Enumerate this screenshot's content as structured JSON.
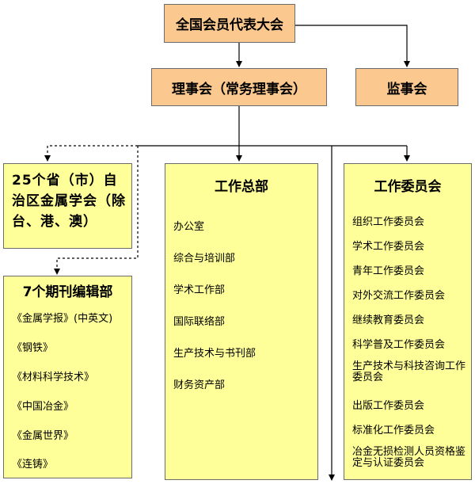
{
  "congress": "全国会员代表大会",
  "council": "理事会（常务理事会）",
  "supervisory": "监事会",
  "provincial": "25个省（市）自治区金属学会（除台、港、澳）",
  "journals": {
    "title": "7个期刊编辑部",
    "items": [
      "《金属学报》(中英文)",
      "《钢铁》",
      "《材料科学技术》",
      "《中国冶金》",
      "《金属世界》",
      "《连铸》"
    ]
  },
  "headquarters": {
    "title": "工作总部",
    "items": [
      "办公室",
      "综合与培训部",
      "学术工作部",
      "国际联络部",
      "生产技术与书刊部",
      "财务资产部"
    ]
  },
  "committees": {
    "title": "工作委员会",
    "items": [
      "组织工作委员会",
      "学术工作委员会",
      "青年工作委员会",
      "对外交流工作委员会",
      "继续教育委员会",
      "科学普及工作委员会",
      "生产技术与科技咨询工作委员会",
      "出版工作委员会",
      "标准化工作委员会",
      "冶金无损检测人员资格鉴定与认证委员会"
    ]
  },
  "colors": {
    "orange": "#fbc98f",
    "yellow": "#ffff99",
    "border": "#6b6b6b"
  }
}
